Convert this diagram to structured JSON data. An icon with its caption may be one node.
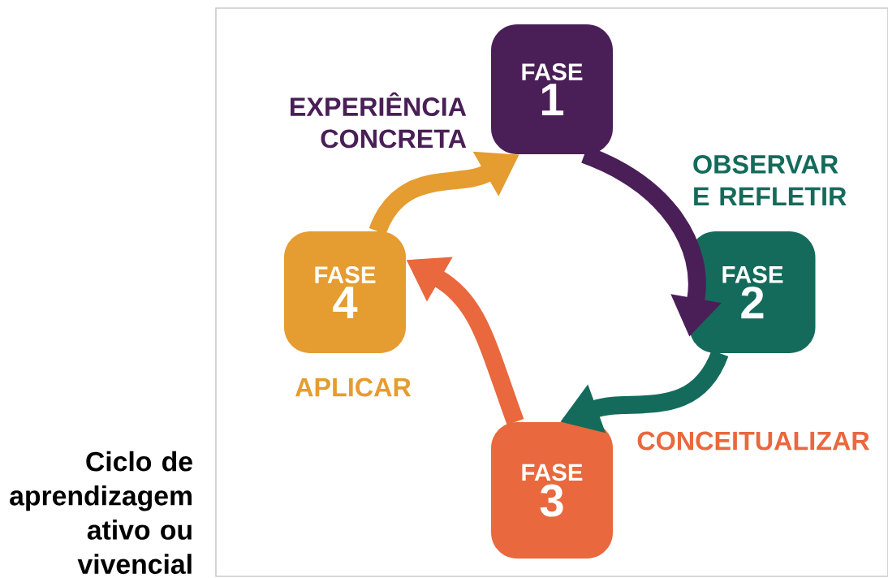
{
  "diagram": {
    "caption": "Ciclo de aprendizagem ativo ou vivencial",
    "nodes": [
      {
        "text": [
          "FASE",
          "1"
        ],
        "beside": [
          "EXPERIÊNCIA CONCRETA"
        ]
      },
      {
        "text": [
          "FASE",
          "2"
        ],
        "beside": [
          "OBSERVAR E REFLETIR"
        ]
      },
      {
        "text": [
          "FASE",
          "3"
        ],
        "beside": [
          "CONCEITUALIZAR"
        ]
      },
      {
        "text": [
          "FASE",
          "4"
        ],
        "beside": [
          "APLICAR"
        ]
      }
    ],
    "edges": [
      {
        "from": 0,
        "to": 1,
        "arrow": "to",
        "color": "#4a1f57"
      },
      {
        "from": 1,
        "to": 2,
        "arrow": "to",
        "color": "#146b5b"
      },
      {
        "from": 2,
        "to": 3,
        "arrow": "to",
        "color": "#e9683d"
      },
      {
        "from": 3,
        "to": 0,
        "arrow": "to",
        "color": "#e59c30"
      }
    ]
  }
}
